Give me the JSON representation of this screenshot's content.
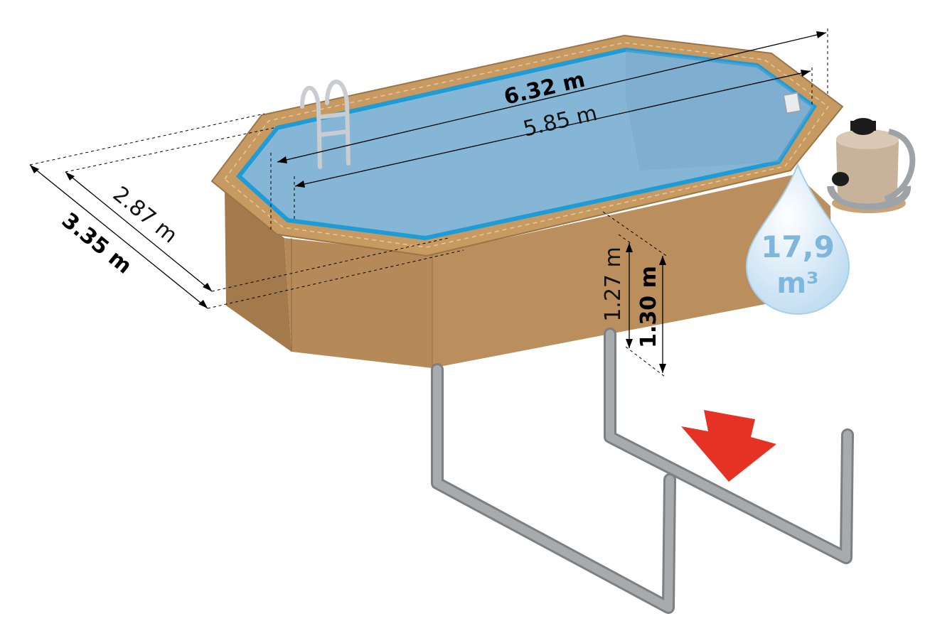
{
  "dimensions": {
    "outer_length": "6.32 m",
    "inner_length": "5.85 m",
    "inner_width": "2.87 m",
    "outer_width": "3.35 m",
    "inner_height": "1.27 m",
    "outer_height": "1.30 m"
  },
  "volume": {
    "value": "17,9",
    "unit": "m³"
  },
  "colors": {
    "wood_top": "#c79a62",
    "wood_wall": "#b88d5c",
    "wood_wall_dark": "#a37a4c",
    "water": "#86b6d6",
    "water_edge": "#1f9bd6",
    "pipe": "#9ea0a2",
    "arrow": "#e53224",
    "drop": "#cfe6f6"
  },
  "icons": [
    "ladder-icon",
    "sand-filter-icon",
    "water-drop-icon",
    "down-arrow-icon"
  ]
}
